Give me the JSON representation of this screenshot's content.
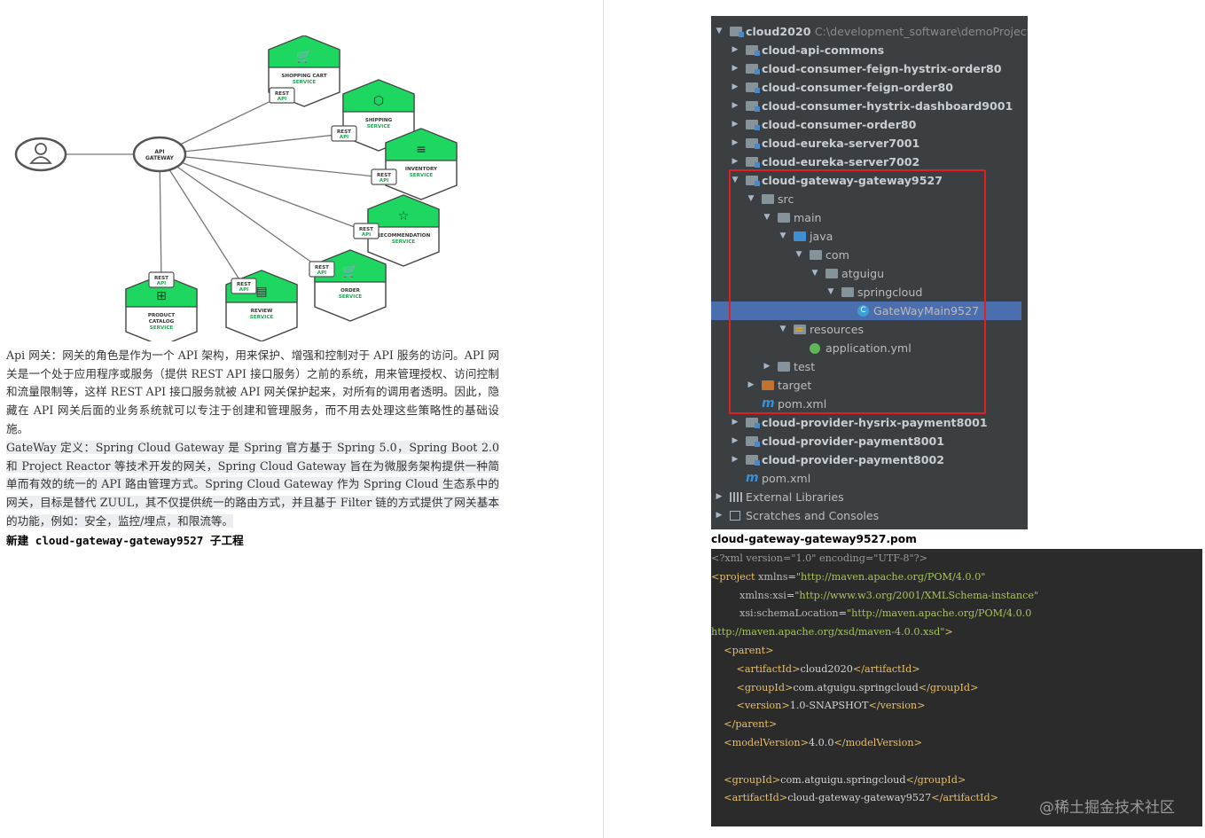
{
  "diagram": {
    "gateway_label_1": "API",
    "gateway_label_2": "GATEWAY",
    "rest_1": "REST",
    "rest_2": "API",
    "services": [
      {
        "name1": "SHOPPING CART",
        "name2": "SERVICE",
        "icon": "cart-icon"
      },
      {
        "name1": "SHIPPING",
        "name2": "SERVICE",
        "icon": "box-icon"
      },
      {
        "name1": "INVENTORY",
        "name2": "SERVICE",
        "icon": "list-icon"
      },
      {
        "name1": "RECOMMENDATION",
        "name2": "SERVICE",
        "icon": "star-icon"
      },
      {
        "name1": "ORDER",
        "name2": "SERVICE",
        "icon": "cart-icon"
      },
      {
        "name1": "REVIEW",
        "name2": "SERVICE",
        "icon": "doc-icon"
      },
      {
        "name1": "PRODUCT",
        "name2": "CATALOG",
        "name3": "SERVICE",
        "icon": "grid-icon"
      }
    ],
    "colors": {
      "green": "#1ed760",
      "outline": "#555555"
    }
  },
  "text": {
    "p1": "Api 网关：网关的角色是作为一个 API 架构，用来保护、增强和控制对于 API 服务的访问。API 网关是一个处于应用程序或服务（提供 REST API 接口服务）之前的系统，用来管理授权、访问控制和流量限制等，这样 REST API 接口服务就被 API 网关保护起来，对所有的调用者透明。因此，隐藏在 API 网关后面的业务系统就可以专注于创建和管理服务，而不用去处理这些策略性的基础设施。",
    "p2": "GateWay 定义：Spring Cloud Gateway 是 Spring 官方基于 Spring 5.0，Spring Boot 2.0 和 Project Reactor 等技术开发的网关，Spring Cloud Gateway 旨在为微服务架构提供一种简单而有效的统一的 API 路由管理方式。Spring Cloud Gateway 作为 Spring Cloud 生态系中的网关，目标是替代 ZUUL，其不仅提供统一的路由方式，并且基于 Filter 链的方式提供了网关基本的功能，例如：安全，监控/埋点，和限流等。",
    "p3": "新建 cloud-gateway-gateway9527 子工程"
  },
  "tree": {
    "root_name": "cloud2020",
    "root_path": "C:\\development_software\\demoProject\\c",
    "items": [
      "cloud-api-commons",
      "cloud-consumer-feign-hystrix-order80",
      "cloud-consumer-feign-order80",
      "cloud-consumer-hystrix-dashboard9001",
      "cloud-consumer-order80",
      "cloud-eureka-server7001",
      "cloud-eureka-server7002",
      "cloud-gateway-gateway9527",
      "src",
      "main",
      "java",
      "com",
      "atguigu",
      "springcloud",
      "GateWayMain9527",
      "resources",
      "application.yml",
      "test",
      "target",
      "pom.xml",
      "cloud-provider-hysrix-payment8001",
      "cloud-provider-payment8001",
      "cloud-provider-payment8002",
      "pom.xml",
      "External Libraries",
      "Scratches and Consoles"
    ],
    "selected": "GateWayMain9527",
    "colors": {
      "background": "#3c3f41",
      "selection": "#4b6eaf",
      "highlight_border": "#e02020"
    }
  },
  "pom_title": "cloud-gateway-gateway9527.pom",
  "code": {
    "lines": [
      [
        "pi",
        "<?xml version=\"1.0\" encoding=\"UTF-8\"?>"
      ],
      [
        "tg",
        "<project",
        "at",
        " xmlns",
        "tx",
        "=",
        "av",
        "\"http://maven.apache.org/POM/4.0.0\""
      ],
      [
        "at",
        "         xmlns:xsi",
        "tx",
        "=",
        "av",
        "\"http://www.w3.org/2001/XMLSchema-instance\""
      ],
      [
        "at",
        "         xsi:schemaLocation",
        "tx",
        "=",
        "av",
        "\"http://maven.apache.org/POM/4.0.0"
      ],
      [
        "av",
        "http://maven.apache.org/xsd/maven-4.0.0.xsd\"",
        "tg",
        ">"
      ],
      [
        "tg",
        "    <parent>"
      ],
      [
        "tg",
        "        <artifactId>",
        "tx",
        "cloud2020",
        "tg",
        "</artifactId>"
      ],
      [
        "tg",
        "        <groupId>",
        "tx",
        "com.atguigu.springcloud",
        "tg",
        "</groupId>"
      ],
      [
        "tg",
        "        <version>",
        "tx",
        "1.0-SNAPSHOT",
        "tg",
        "</version>"
      ],
      [
        "tg",
        "    </parent>"
      ],
      [
        "tg",
        "    <modelVersion>",
        "tx",
        "4.0.0",
        "tg",
        "</modelVersion>"
      ],
      [
        "tx",
        ""
      ],
      [
        "tg",
        "    <groupId>",
        "tx",
        "com.atguigu.springcloud",
        "tg",
        "</groupId>"
      ],
      [
        "tg",
        "    <artifactId>",
        "tx",
        "cloud-gateway-gateway9527",
        "tg",
        "</artifactId>"
      ]
    ]
  },
  "watermark": "@稀土掘金技术社区"
}
